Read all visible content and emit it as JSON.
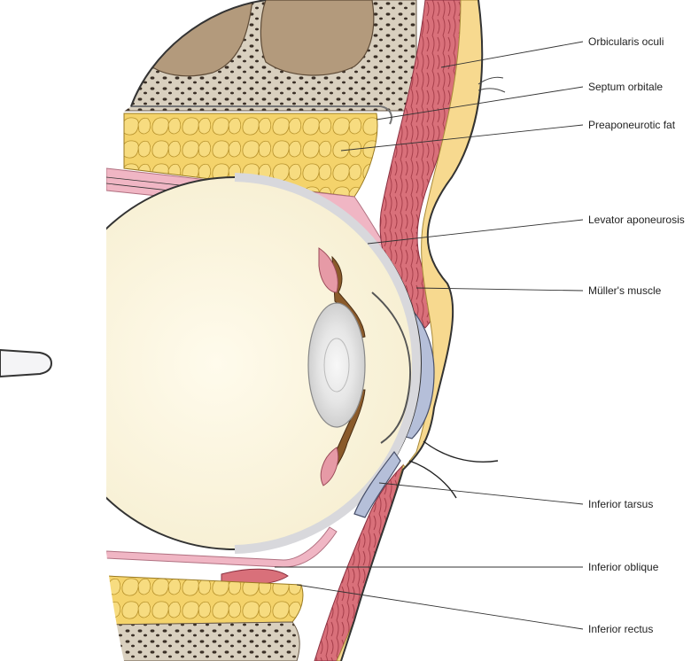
{
  "labels": [
    {
      "id": "orbicularis-oculi",
      "text": "Orbicularis oculi"
    },
    {
      "id": "septum-orbitale",
      "text": "Septum orbitale"
    },
    {
      "id": "preaponeurotic-fat",
      "text": "Preaponeurotic fat"
    },
    {
      "id": "levator-aponeurosis",
      "text": "Levator aponeurosis"
    },
    {
      "id": "muller-muscle",
      "text": "Müller's muscle"
    },
    {
      "id": "inferior-tarsus",
      "text": "Inferior tarsus"
    },
    {
      "id": "inferior-oblique",
      "text": "Inferior oblique"
    },
    {
      "id": "inferior-rectus",
      "text": "Inferior rectus"
    }
  ],
  "colors": {
    "bone": "#d9d0bf",
    "bone_dark": "#3a2f26",
    "sinus": "#b39a7c",
    "fat": "#f4d36b",
    "fat_edge": "#b8932c",
    "muscle": "#d9707a",
    "muscle_dark": "#a8404c",
    "skin": "#f7d98f",
    "globe": "#fdf8e6",
    "sclera": "#f4f4f6",
    "lens": "#e4e4e6",
    "iris": "#8a5a2a",
    "pink": "#f0b6c4",
    "tarsus": "#b5bfd9"
  }
}
